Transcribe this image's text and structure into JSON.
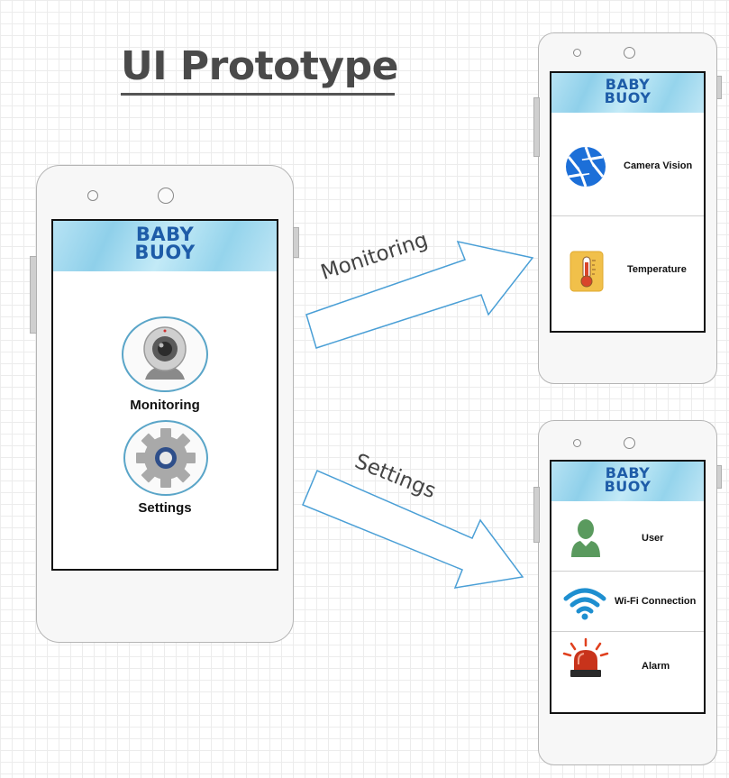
{
  "title": "UI Prototype",
  "logo": {
    "line1": "BABY",
    "line2": "BUOY"
  },
  "main_screen": {
    "items": [
      {
        "label": "Monitoring",
        "icon": "webcam-icon"
      },
      {
        "label": "Settings",
        "icon": "gear-icon"
      }
    ]
  },
  "arrows": {
    "monitoring_label": "Monitoring",
    "settings_label": "Settings"
  },
  "monitoring_screen": {
    "items": [
      {
        "label": "Camera Vision",
        "icon": "camera-aperture-icon"
      },
      {
        "label": "Temperature",
        "icon": "thermometer-icon"
      }
    ]
  },
  "settings_screen": {
    "items": [
      {
        "label": "User",
        "icon": "user-icon"
      },
      {
        "label": "Wi-Fi Connection",
        "icon": "wifi-icon"
      },
      {
        "label": "Alarm",
        "icon": "alarm-siren-icon"
      }
    ]
  },
  "colors": {
    "logo": "#1e5ca8",
    "arrow_stroke": "#4a9fd6",
    "circle_border": "#5aa5c8",
    "aperture": "#1c6fd8",
    "wifi": "#1e8fd0",
    "user": "#5a9a5e",
    "alarm": "#c8331b"
  }
}
